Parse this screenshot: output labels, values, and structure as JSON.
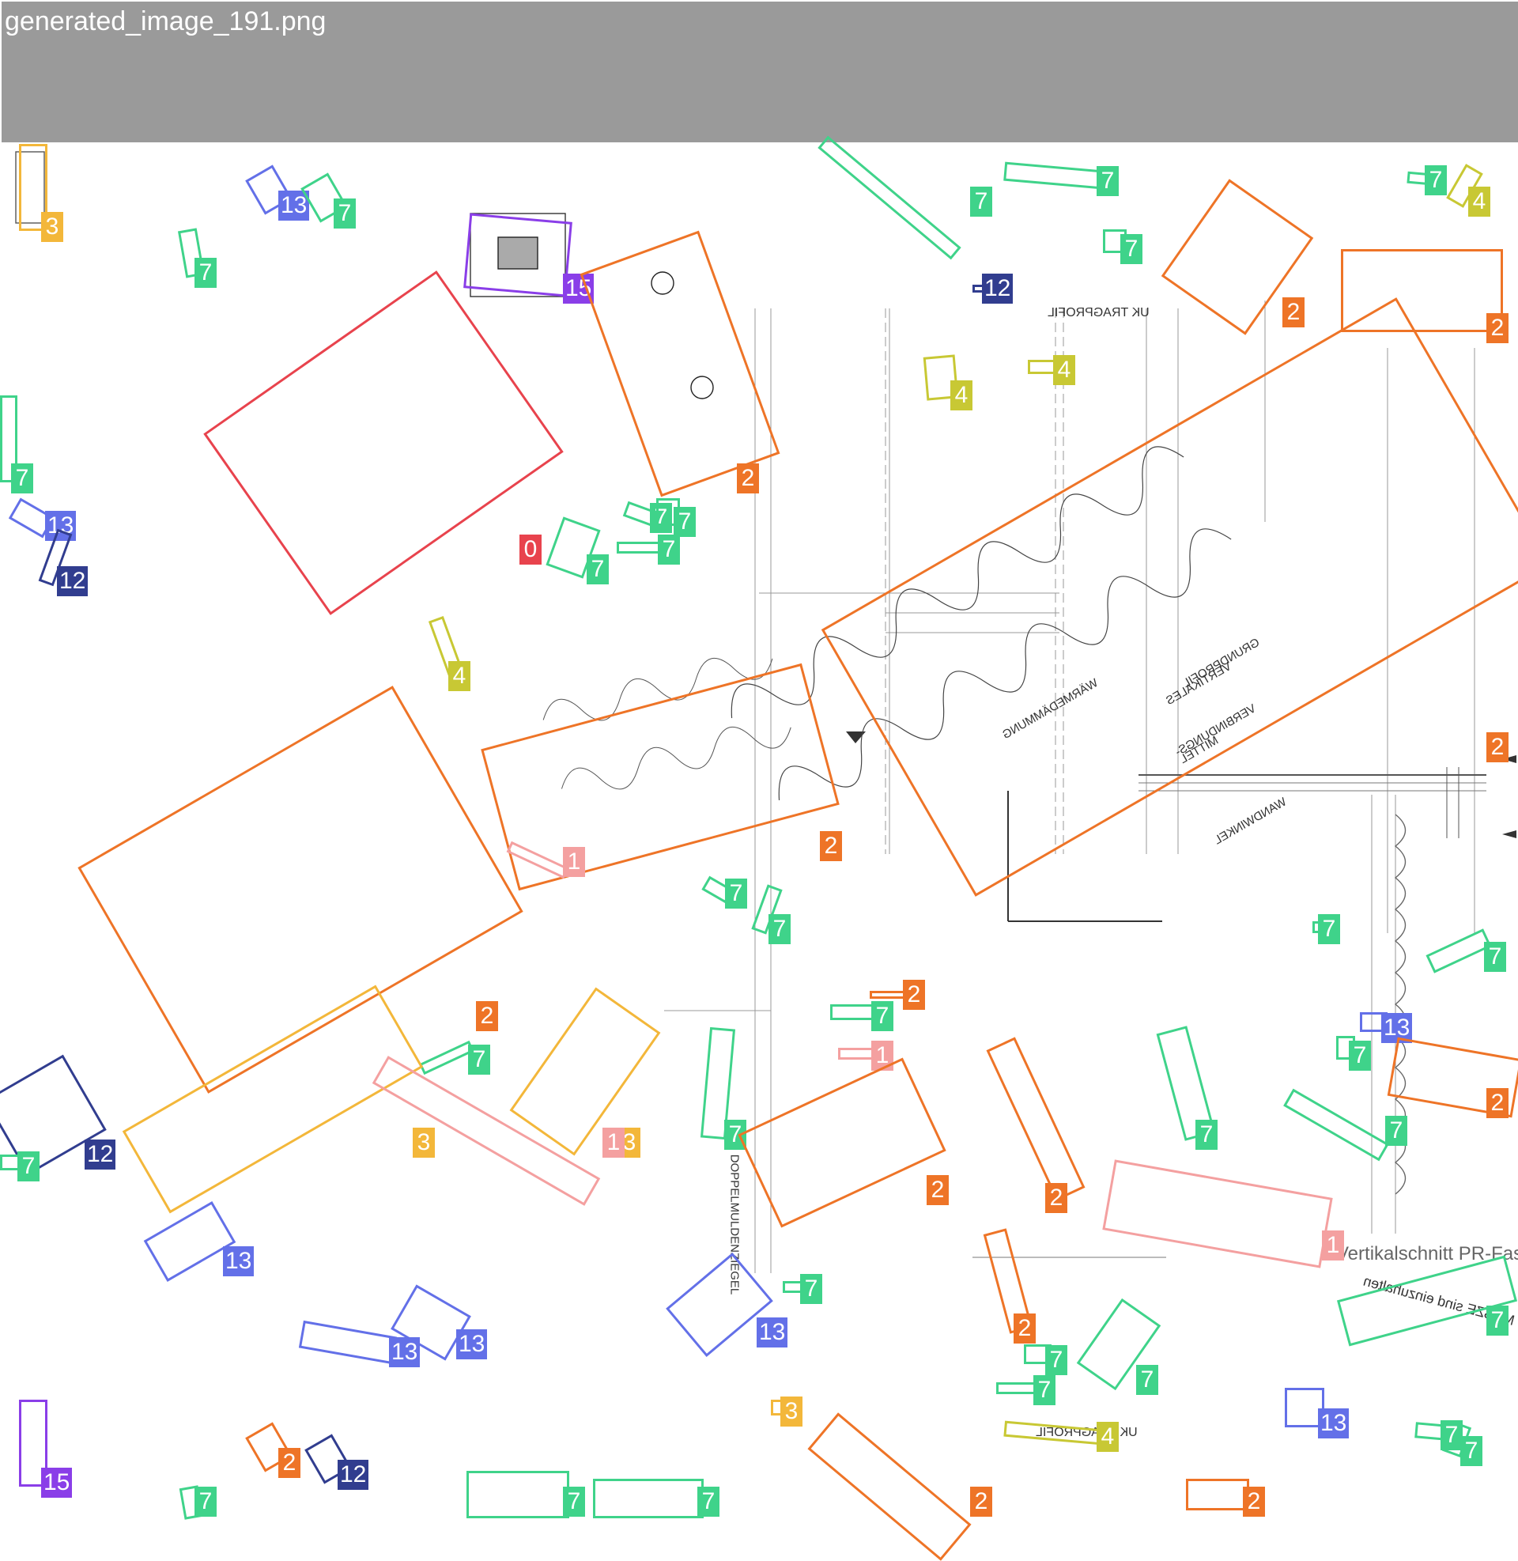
{
  "header": {
    "filename": "generated_image_191.png"
  },
  "drawing": {
    "caption": "Vertikalschnitt PR-Fas",
    "insulation_labels": [
      "WÄRMEDÄMMUNG",
      "VERBINDUNGS-",
      "MITTEL",
      "VERTIKALES",
      "GRUNDPROFIL",
      "WANDWINKEL"
    ],
    "profile_label": "UK TRAGPROFIL",
    "tile_label": "DOPPELMULDENZIEGEL",
    "note_label": "ANDER · MASZE sind einzuhalten"
  },
  "class_colors": {
    "0": "#e8434d",
    "1": "#f4a0a0",
    "2": "#ee7427",
    "3": "#f3b73a",
    "4": "#c8c834",
    "7": "#3fd38a",
    "12": "#313d8f",
    "13": "#6370e8",
    "15": "#8a3ee8"
  },
  "annotations": [
    {
      "label": "3"
    },
    {
      "label": "13"
    },
    {
      "label": "7"
    },
    {
      "label": "7"
    },
    {
      "label": "15"
    },
    {
      "label": "2"
    },
    {
      "label": "7"
    },
    {
      "label": "12"
    },
    {
      "label": "7"
    },
    {
      "label": "7"
    },
    {
      "label": "4"
    },
    {
      "label": "2"
    },
    {
      "label": "2"
    },
    {
      "label": "7"
    },
    {
      "label": "4"
    },
    {
      "label": "4"
    },
    {
      "label": "0"
    },
    {
      "label": "7"
    },
    {
      "label": "13"
    },
    {
      "label": "12"
    },
    {
      "label": "7"
    },
    {
      "label": "7"
    },
    {
      "label": "7"
    },
    {
      "label": "7"
    },
    {
      "label": "4"
    },
    {
      "label": "2"
    },
    {
      "label": "2"
    },
    {
      "label": "2"
    },
    {
      "label": "1"
    },
    {
      "label": "7"
    },
    {
      "label": "7"
    },
    {
      "label": "7"
    },
    {
      "label": "7"
    },
    {
      "label": "2"
    },
    {
      "label": "1"
    },
    {
      "label": "7"
    },
    {
      "label": "13"
    },
    {
      "label": "7"
    },
    {
      "label": "3"
    },
    {
      "label": "7"
    },
    {
      "label": "7"
    },
    {
      "label": "7"
    },
    {
      "label": "12"
    },
    {
      "label": "3"
    },
    {
      "label": "7"
    },
    {
      "label": "2"
    },
    {
      "label": "2"
    },
    {
      "label": "2"
    },
    {
      "label": "1"
    },
    {
      "label": "7"
    },
    {
      "label": "7"
    },
    {
      "label": "2"
    },
    {
      "label": "1"
    },
    {
      "label": "13"
    },
    {
      "label": "7"
    },
    {
      "label": "13"
    },
    {
      "label": "13"
    },
    {
      "label": "13"
    },
    {
      "label": "7"
    },
    {
      "label": "7"
    },
    {
      "label": "7"
    },
    {
      "label": "3"
    },
    {
      "label": "13"
    },
    {
      "label": "7"
    },
    {
      "label": "7"
    },
    {
      "label": "15"
    },
    {
      "label": "2"
    },
    {
      "label": "12"
    },
    {
      "label": "7"
    },
    {
      "label": "7"
    },
    {
      "label": "2"
    },
    {
      "label": "7"
    },
    {
      "label": "4"
    },
    {
      "label": "2"
    }
  ]
}
